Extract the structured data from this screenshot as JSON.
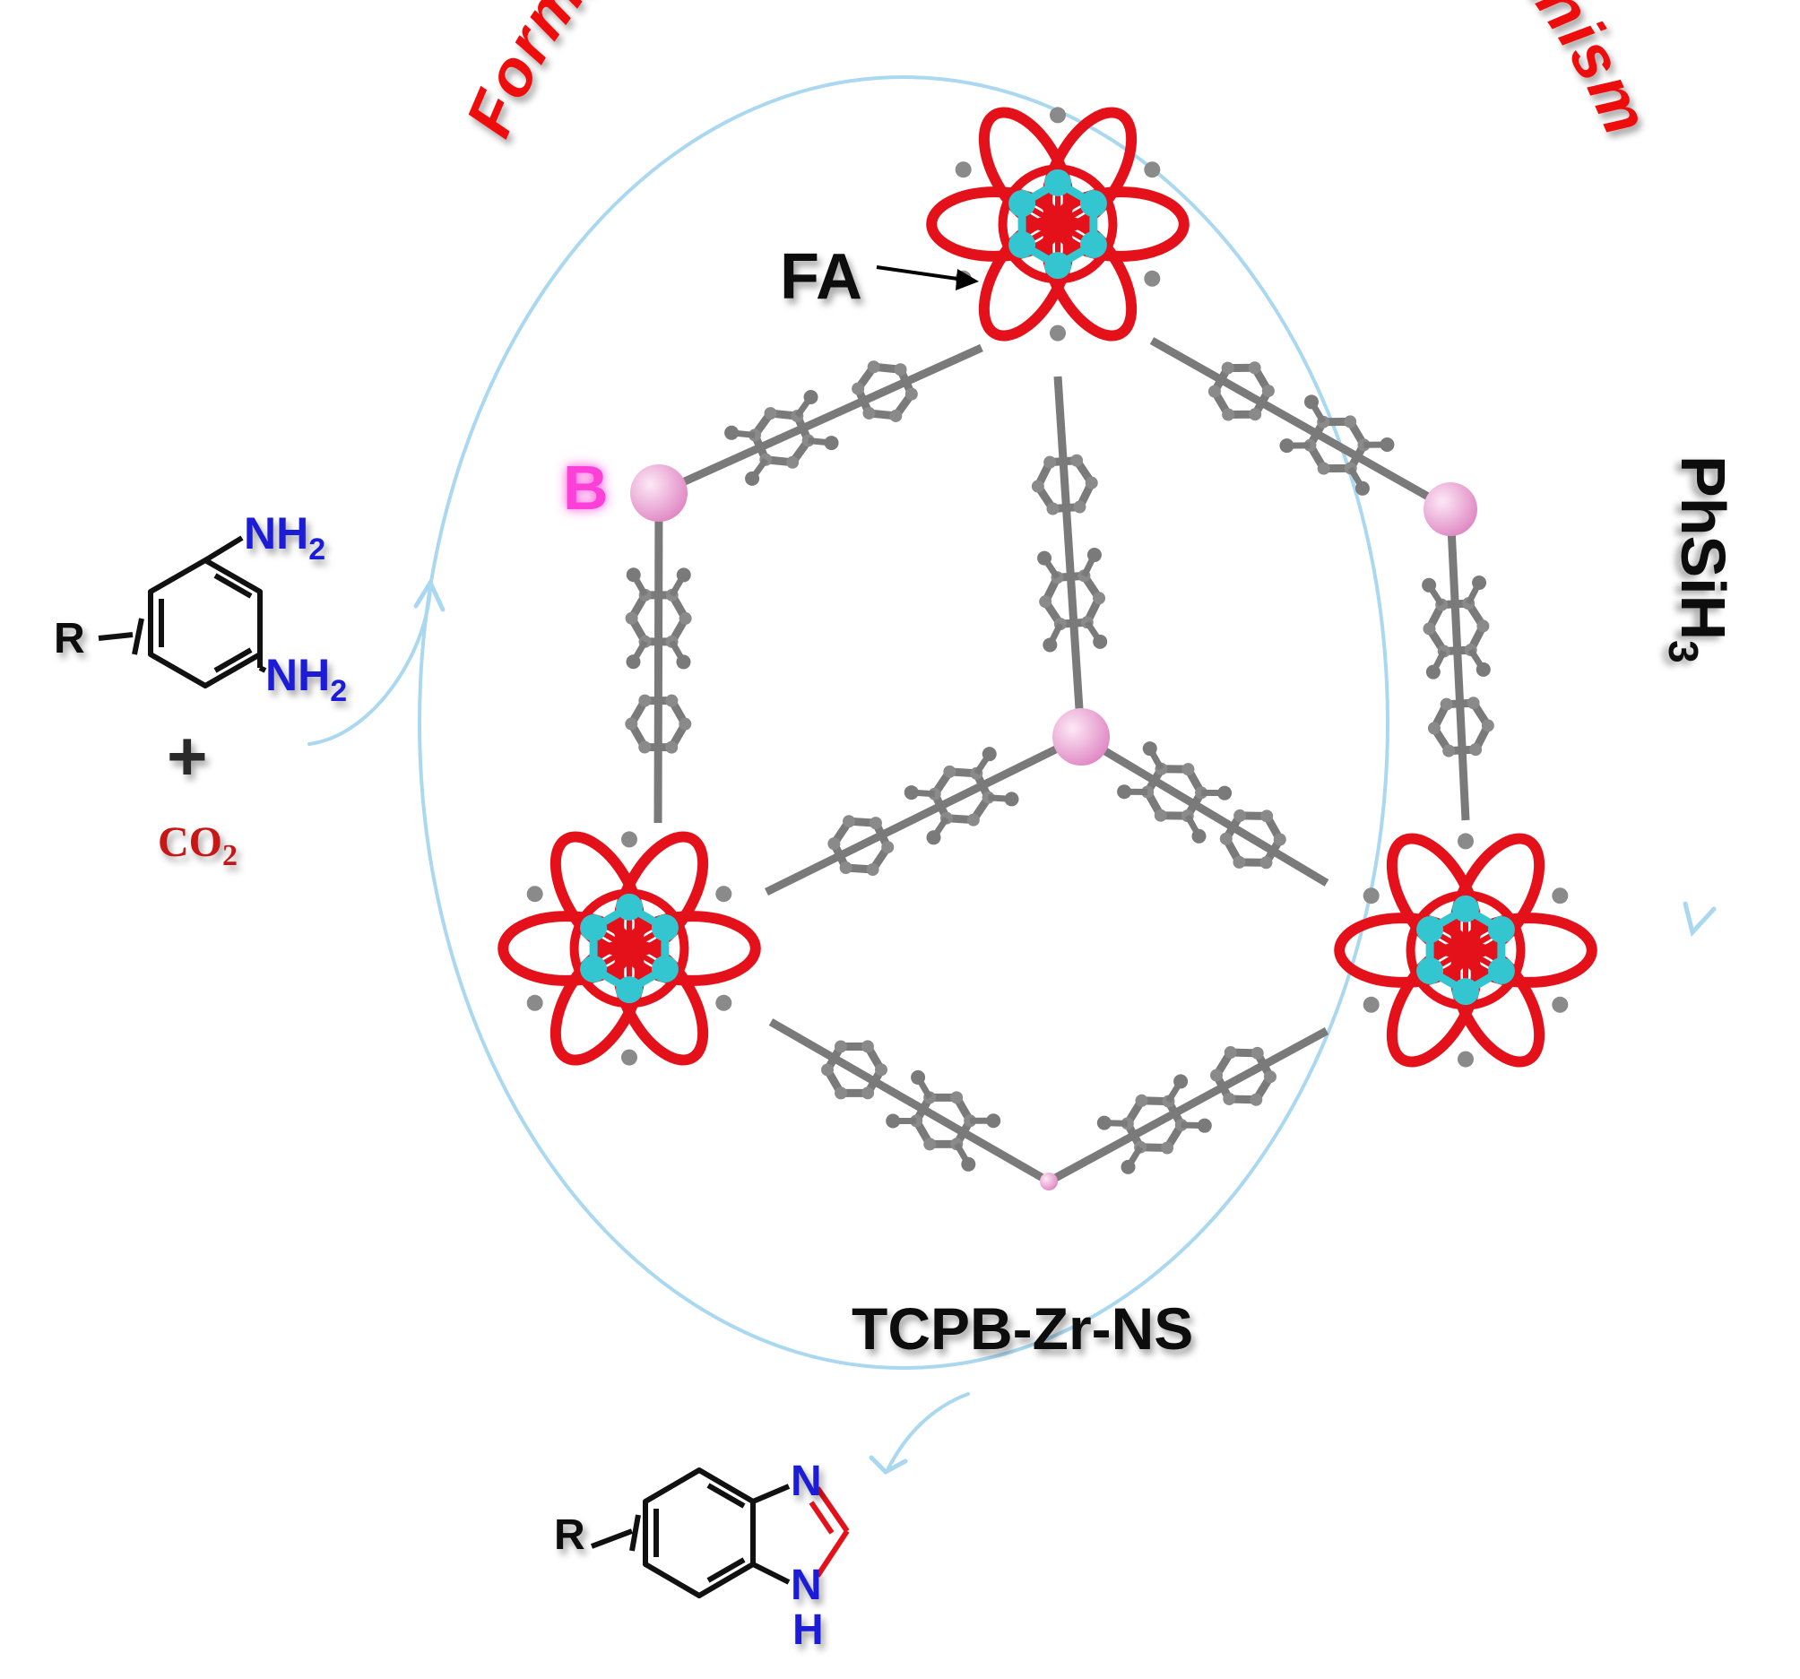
{
  "title": "Formate-assisted  FLP-mediated mechanism",
  "reactants": {
    "substituent": "R",
    "amine1": {
      "main": "NH",
      "sub": "2"
    },
    "amine2": {
      "main": "NH",
      "sub": "2"
    },
    "plus": "+",
    "co2": {
      "main": "CO",
      "sub": "2"
    }
  },
  "reagent": {
    "main": "PhSiH",
    "sub": "3"
  },
  "catalyst_label": "TCPB-Zr-NS",
  "framework_labels": {
    "formate": "FA",
    "boron": "B"
  },
  "product": {
    "substituent": "R",
    "n_top": "N",
    "n_bottom": "N",
    "h_bottom": "H"
  },
  "colors": {
    "title": "#ee1111",
    "arrow": "#aad8f0",
    "oxygen": "#e4111a",
    "zirconium": "#33c5d0",
    "carbon": "#7a7a7a",
    "boron": "#f0a8d4",
    "boron_label": "#ff3fd8",
    "nitrogen": "#1f1fd6",
    "co2": "#c61414"
  }
}
